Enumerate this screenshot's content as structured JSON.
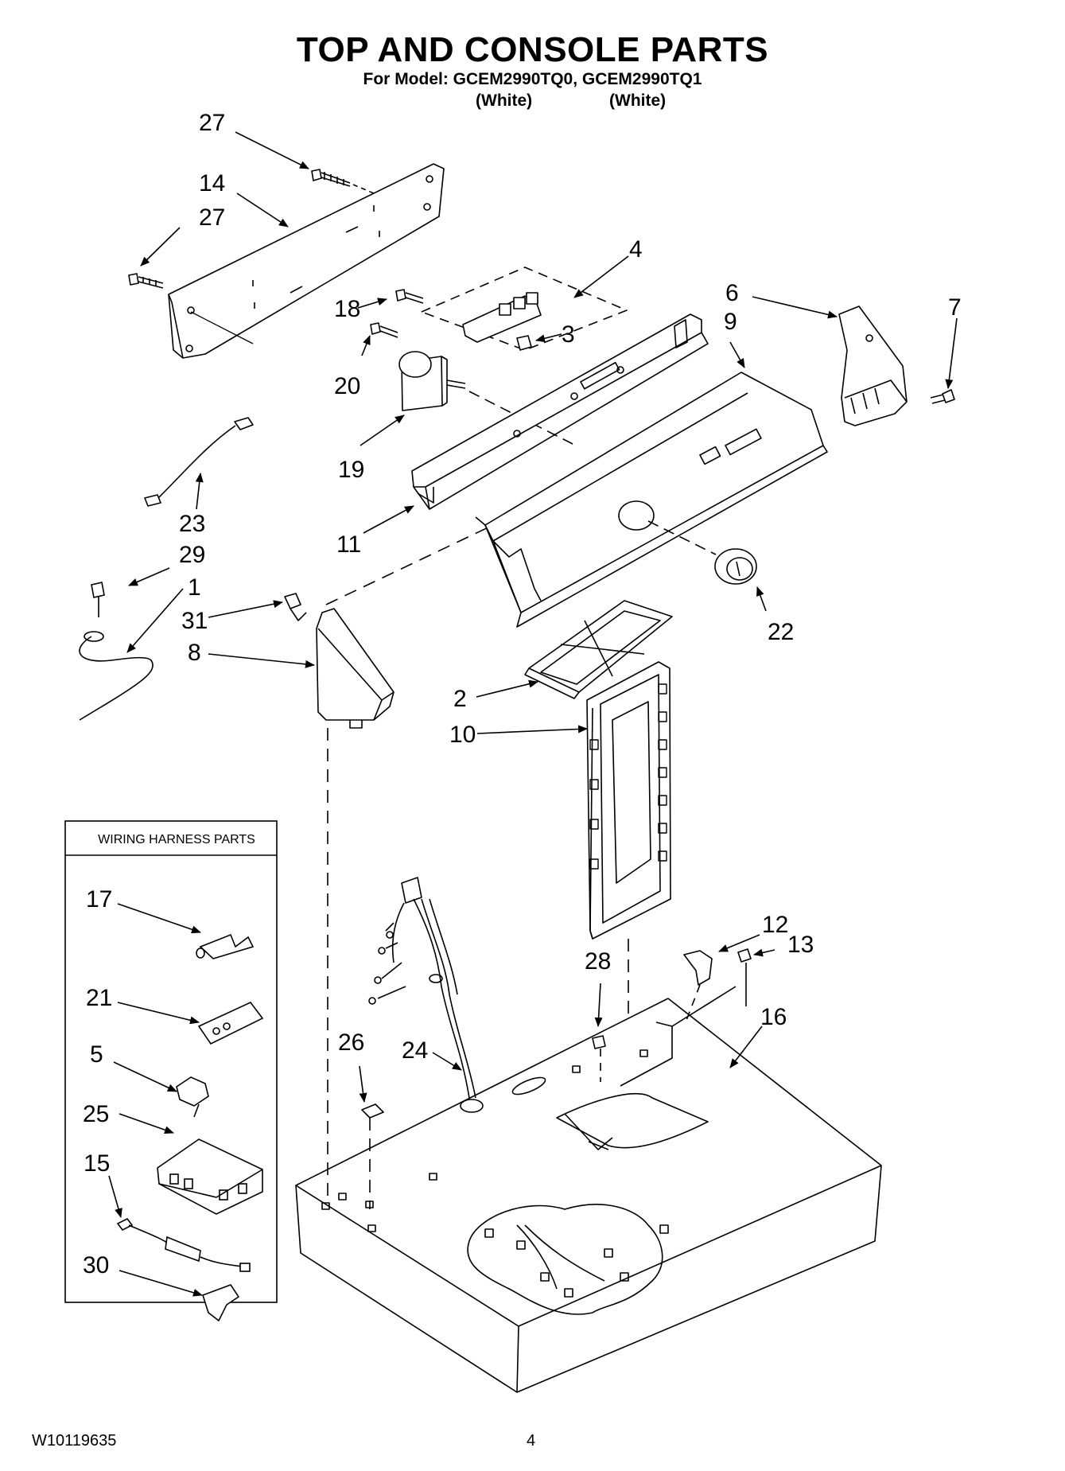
{
  "header": {
    "title": "TOP AND CONSOLE PARTS",
    "subtitle": "For Model: GCEM2990TQ0, GCEM2990TQ1",
    "variant_left": "(White)",
    "variant_right": "(White)"
  },
  "inset": {
    "title": "WIRING HARNESS PARTS"
  },
  "callouts": {
    "c27a": "27",
    "c14": "14",
    "c27b": "27",
    "c4": "4",
    "c18": "18",
    "c3": "3",
    "c20": "20",
    "c19": "19",
    "c6": "6",
    "c7": "7",
    "c9": "9",
    "c23": "23",
    "c29": "29",
    "c1": "1",
    "c31": "31",
    "c8": "8",
    "c11": "11",
    "c22": "22",
    "c2": "2",
    "c10": "10",
    "c17": "17",
    "c21": "21",
    "c5": "5",
    "c25": "25",
    "c15": "15",
    "c30": "30",
    "c12": "12",
    "c13": "13",
    "c28": "28",
    "c16": "16",
    "c26": "26",
    "c24": "24"
  },
  "footer": {
    "doc_number": "W10119635",
    "page_number": "4"
  }
}
